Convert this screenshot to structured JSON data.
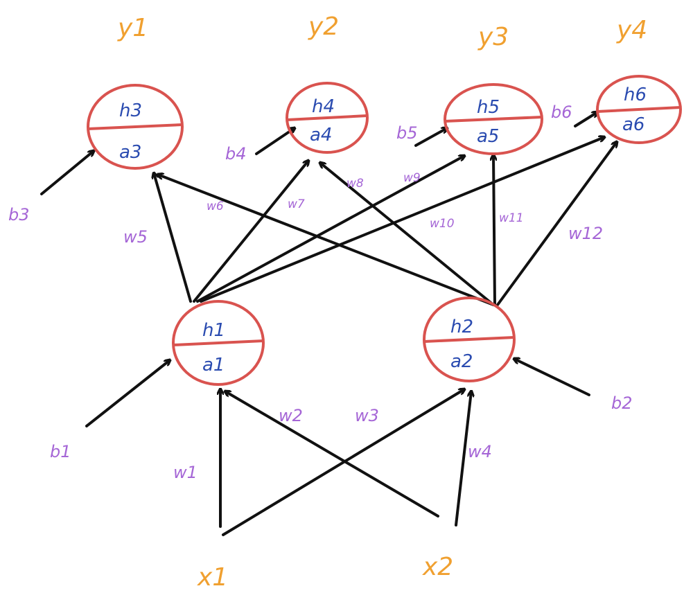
{
  "colors": {
    "node": "#d9534f",
    "hidden": "#2a4bb0",
    "io": "#f0a030",
    "param": "#a566d6",
    "edge": "#111111"
  },
  "outputs": [
    "y1",
    "y2",
    "y3",
    "y4"
  ],
  "inputs": [
    "x1",
    "x2"
  ],
  "hidden_nodes": [
    {
      "h": "h1",
      "a": "a1"
    },
    {
      "h": "h2",
      "a": "a2"
    }
  ],
  "output_nodes": [
    {
      "h": "h3",
      "a": "a3"
    },
    {
      "h": "h4",
      "a": "a4"
    },
    {
      "h": "h5",
      "a": "a5"
    },
    {
      "h": "h6",
      "a": "a6"
    }
  ],
  "biases": [
    "b1",
    "b2",
    "b3",
    "b4",
    "b5",
    "b6"
  ],
  "weights": [
    "w1",
    "w2",
    "w3",
    "w4",
    "w5",
    "w6",
    "w7",
    "w8",
    "w9",
    "w10",
    "w11",
    "w12"
  ]
}
